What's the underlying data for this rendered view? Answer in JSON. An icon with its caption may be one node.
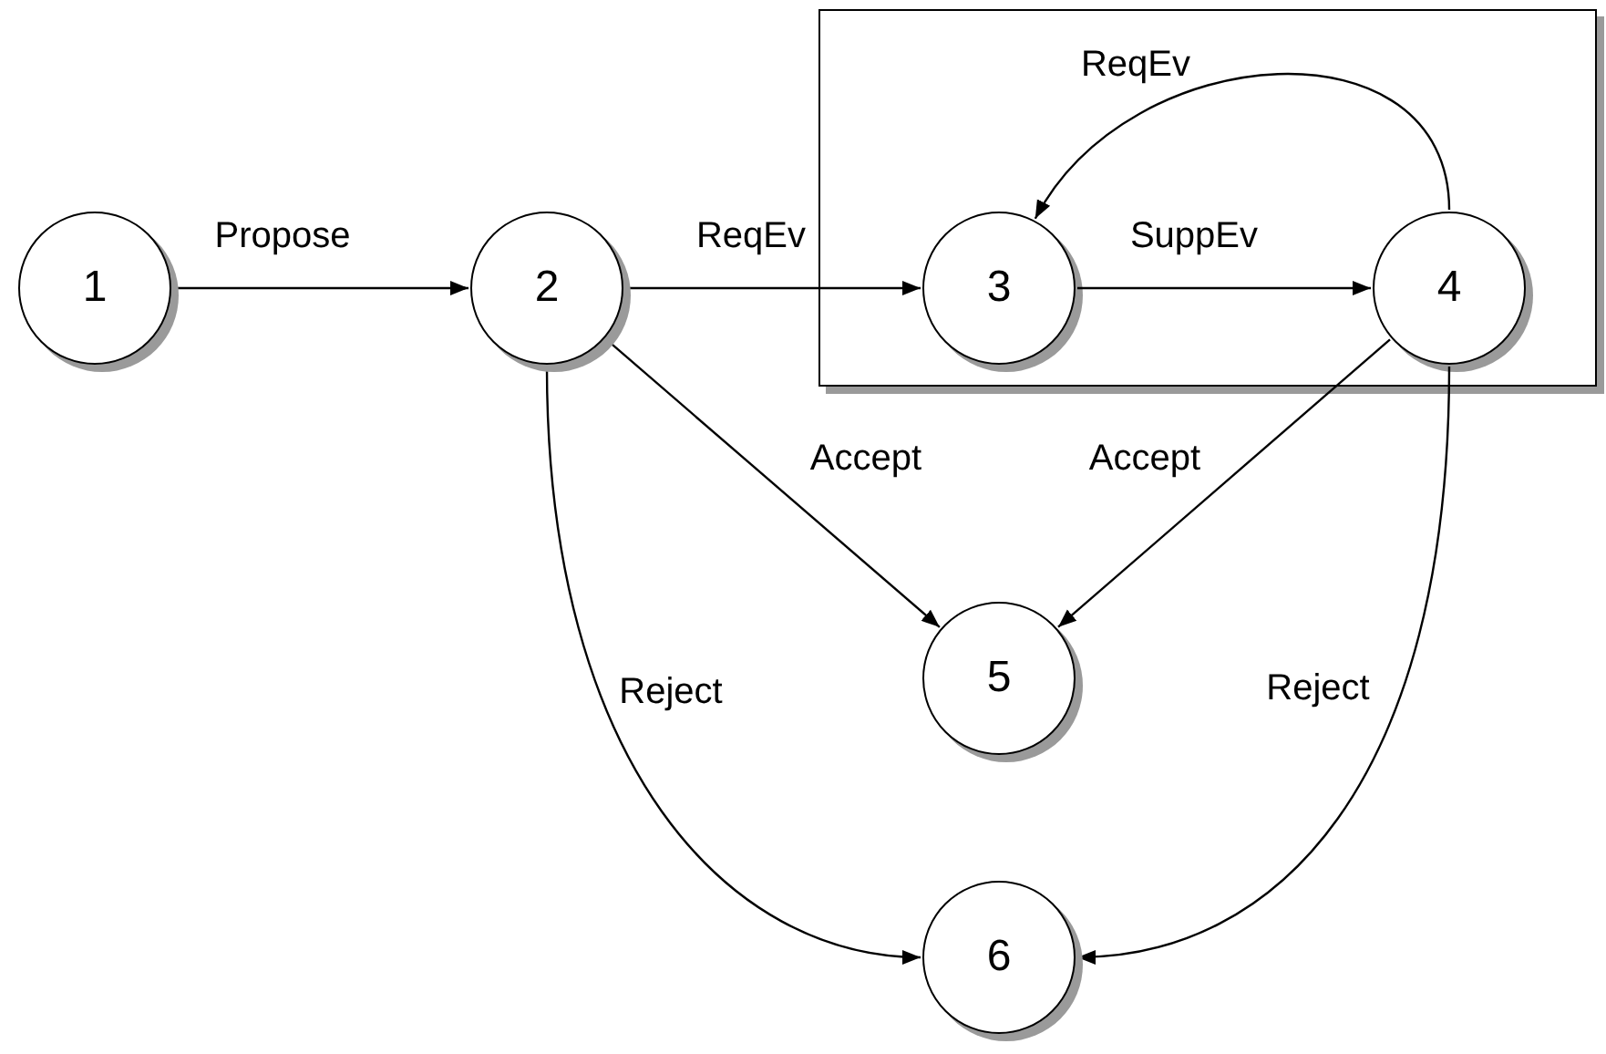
{
  "diagram": {
    "nodes": [
      {
        "text": [
          "1"
        ]
      },
      {
        "text": [
          "2"
        ]
      },
      {
        "text": [],
        "shape": "box"
      },
      {
        "text": [
          "3"
        ],
        "in": 2
      },
      {
        "text": [
          "4"
        ],
        "in": 2
      },
      {
        "text": [
          "5"
        ]
      },
      {
        "text": [
          "6"
        ]
      }
    ],
    "edges": [
      {
        "from": 0,
        "to": 1,
        "arrow": "to",
        "label": "Propose"
      },
      {
        "from": 1,
        "to": 3,
        "arrow": "to",
        "label": "ReqEv"
      },
      {
        "from": 3,
        "to": 4,
        "arrow": "to",
        "label": "SuppEv"
      },
      {
        "from": 4,
        "to": 3,
        "arrow": "to",
        "label": "ReqEv"
      },
      {
        "from": 1,
        "to": 5,
        "arrow": "to",
        "label": "Accept"
      },
      {
        "from": 4,
        "to": 5,
        "arrow": "to",
        "label": "Accept"
      },
      {
        "from": 1,
        "to": 6,
        "arrow": "to",
        "label": "Reject"
      },
      {
        "from": 4,
        "to": 6,
        "arrow": "to",
        "label": "Reject"
      }
    ]
  }
}
